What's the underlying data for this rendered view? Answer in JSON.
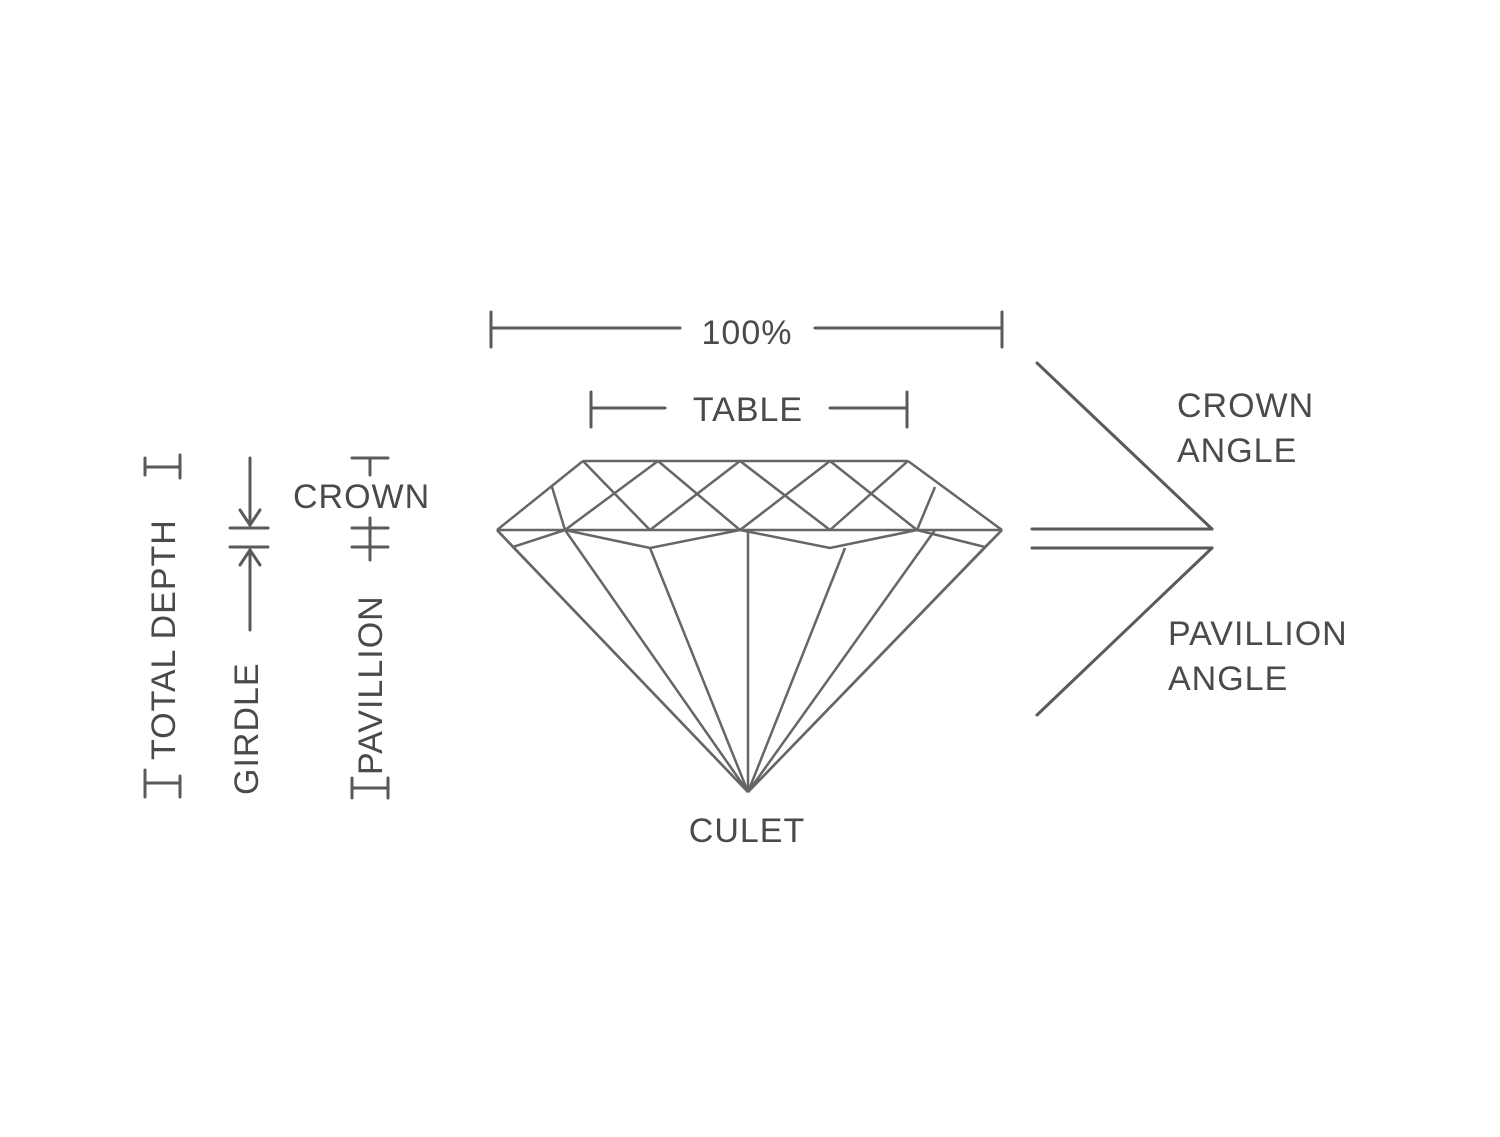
{
  "title": "Diamond anatomy diagram",
  "labels": {
    "width": "100%",
    "table": "TABLE",
    "crown": "CROWN",
    "crown_angle_1": "CROWN",
    "crown_angle_2": "ANGLE",
    "pavilion_angle_1": "PAVILLION",
    "pavilion_angle_2": "ANGLE",
    "culet": "CULET",
    "total_depth": "TOTAL DEPTH",
    "girdle": "GIRDLE",
    "pavilion": "PAVILLION"
  },
  "colors": {
    "line": "#5a5a5a",
    "text": "#4a4a4a"
  }
}
